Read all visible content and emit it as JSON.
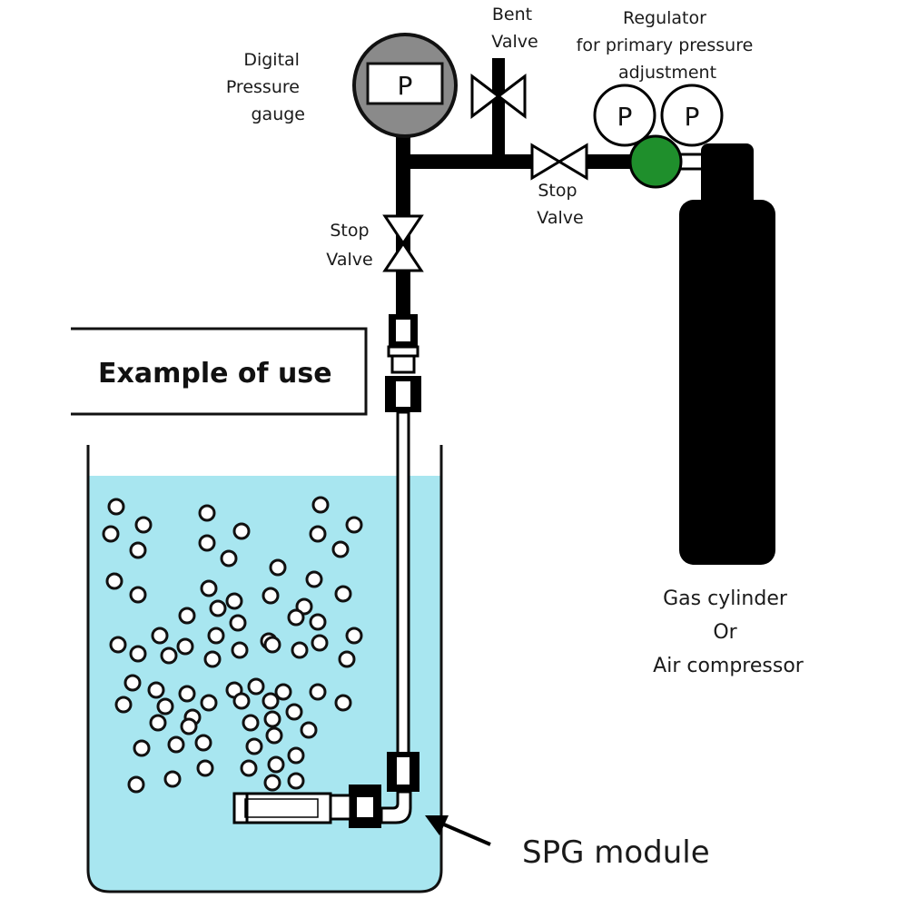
{
  "title": "Example of use",
  "labels": {
    "digital_gauge": [
      "Digital",
      "Pressure",
      "gauge"
    ],
    "bent_valve": [
      "Bent",
      "Valve"
    ],
    "regulator": [
      "Regulator",
      "for primary pressure",
      "adjustment"
    ],
    "stop_valve_horizontal": [
      "Stop",
      "Valve"
    ],
    "stop_valve_vertical": [
      "Stop",
      "Valve"
    ],
    "gas_source": [
      "Gas cylinder",
      "Or",
      "Air compressor"
    ],
    "spg_module": "SPG module"
  },
  "gauge_symbol": "P",
  "colors": {
    "water": "#a8e6f0",
    "regulator_body": "#1f8f2c",
    "gauge_face": "#8a8a8a",
    "pipe": "#000000"
  },
  "icons": [
    "digital-pressure-gauge-icon",
    "bent-valve-icon",
    "stop-valve-icon",
    "regulator-icon",
    "gas-cylinder-icon",
    "spg-module-icon",
    "arrow-icon"
  ]
}
